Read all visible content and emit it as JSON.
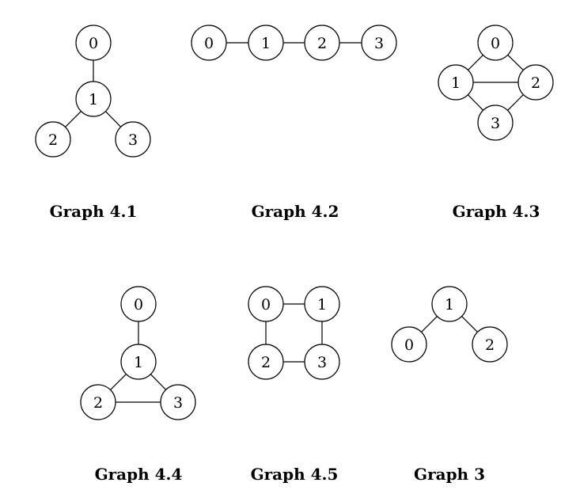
{
  "graphs": [
    {
      "caption": "Graph 4.1",
      "nodes": [
        "0",
        "1",
        "2",
        "3"
      ],
      "edges": [
        [
          "0",
          "1"
        ],
        [
          "1",
          "2"
        ],
        [
          "1",
          "3"
        ]
      ]
    },
    {
      "caption": "Graph 4.2",
      "nodes": [
        "0",
        "1",
        "2",
        "3"
      ],
      "edges": [
        [
          "0",
          "1"
        ],
        [
          "1",
          "2"
        ],
        [
          "2",
          "3"
        ]
      ]
    },
    {
      "caption": "Graph 4.3",
      "nodes": [
        "0",
        "1",
        "2",
        "3"
      ],
      "edges": [
        [
          "0",
          "1"
        ],
        [
          "0",
          "2"
        ],
        [
          "1",
          "2"
        ],
        [
          "1",
          "3"
        ],
        [
          "2",
          "3"
        ]
      ]
    },
    {
      "caption": "Graph 4.4",
      "nodes": [
        "0",
        "1",
        "2",
        "3"
      ],
      "edges": [
        [
          "0",
          "1"
        ],
        [
          "1",
          "2"
        ],
        [
          "1",
          "3"
        ],
        [
          "2",
          "3"
        ]
      ]
    },
    {
      "caption": "Graph 4.5",
      "nodes": [
        "0",
        "1",
        "2",
        "3"
      ],
      "edges": [
        [
          "0",
          "1"
        ],
        [
          "0",
          "2"
        ],
        [
          "1",
          "3"
        ],
        [
          "2",
          "3"
        ]
      ]
    },
    {
      "caption": "Graph 3",
      "nodes": [
        "1",
        "0",
        "2"
      ],
      "edges": [
        [
          "1",
          "0"
        ],
        [
          "1",
          "2"
        ]
      ]
    }
  ]
}
